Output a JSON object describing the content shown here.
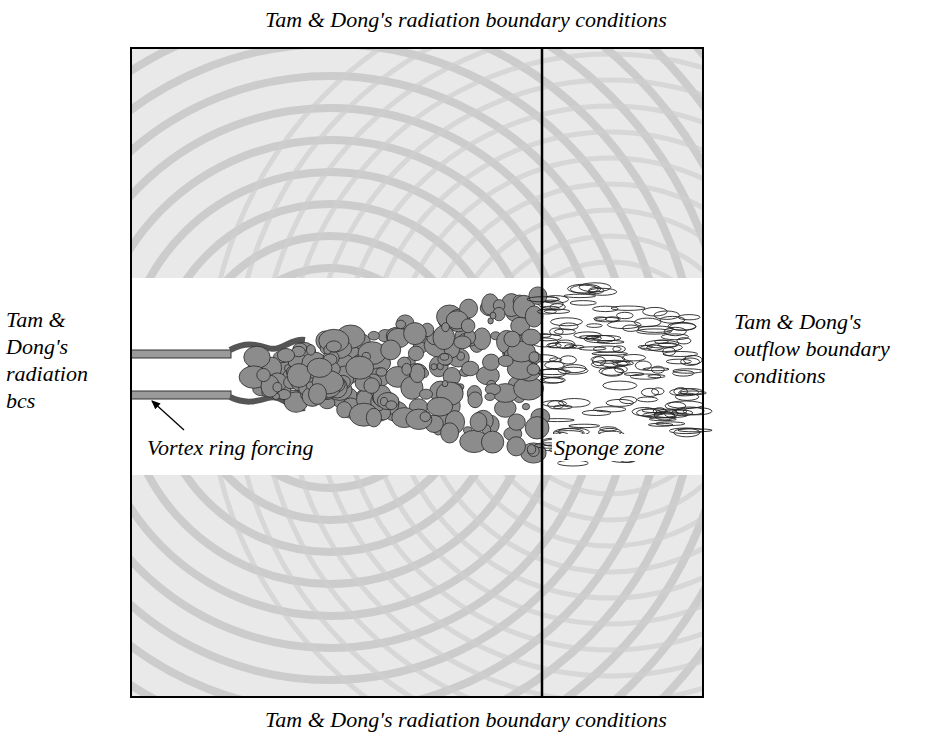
{
  "diagram": {
    "labels": [
      "Tam & Dong's radiation boundary conditions",
      "Tam & Dong's radiation bcs",
      "Vortex ring forcing",
      "Sponge zone",
      "Tam & Dong's outflow boundary conditions",
      "Tam & Dong's radiation boundary conditions"
    ]
  }
}
